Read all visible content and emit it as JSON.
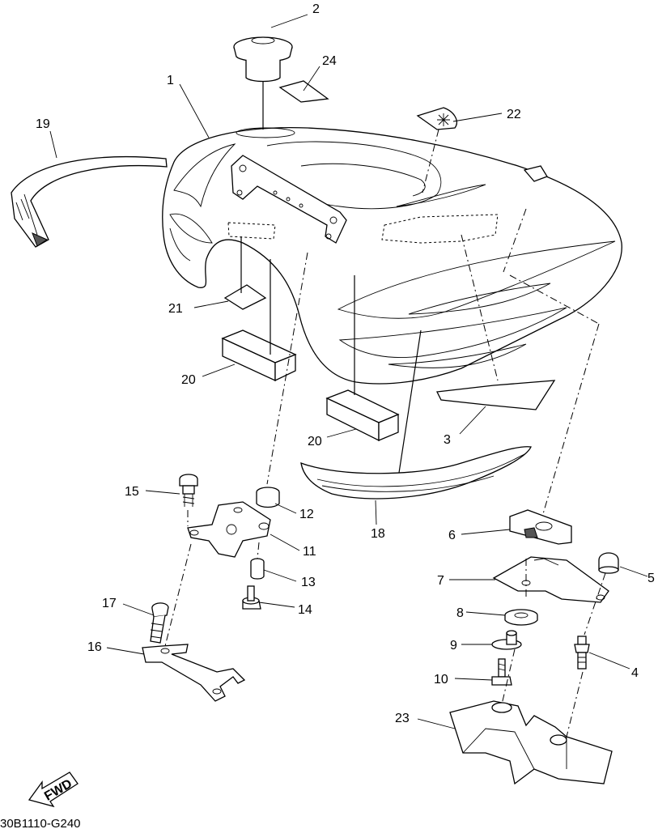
{
  "diagram": {
    "code": "30B1110-G240",
    "fwd_label": "FWD",
    "callouts": [
      {
        "id": "c1",
        "label": "1"
      },
      {
        "id": "c2",
        "label": "2"
      },
      {
        "id": "c3",
        "label": "3"
      },
      {
        "id": "c4",
        "label": "4"
      },
      {
        "id": "c5",
        "label": "5"
      },
      {
        "id": "c6",
        "label": "6"
      },
      {
        "id": "c7",
        "label": "7"
      },
      {
        "id": "c8",
        "label": "8"
      },
      {
        "id": "c9",
        "label": "9"
      },
      {
        "id": "c10",
        "label": "10"
      },
      {
        "id": "c11",
        "label": "11"
      },
      {
        "id": "c12",
        "label": "12"
      },
      {
        "id": "c13",
        "label": "13"
      },
      {
        "id": "c14",
        "label": "14"
      },
      {
        "id": "c15",
        "label": "15"
      },
      {
        "id": "c16",
        "label": "16"
      },
      {
        "id": "c17",
        "label": "17"
      },
      {
        "id": "c18",
        "label": "18"
      },
      {
        "id": "c19",
        "label": "19"
      },
      {
        "id": "c20a",
        "label": "20"
      },
      {
        "id": "c20b",
        "label": "20"
      },
      {
        "id": "c21",
        "label": "21"
      },
      {
        "id": "c22",
        "label": "22"
      },
      {
        "id": "c23",
        "label": "23"
      },
      {
        "id": "c24",
        "label": "24"
      }
    ]
  }
}
